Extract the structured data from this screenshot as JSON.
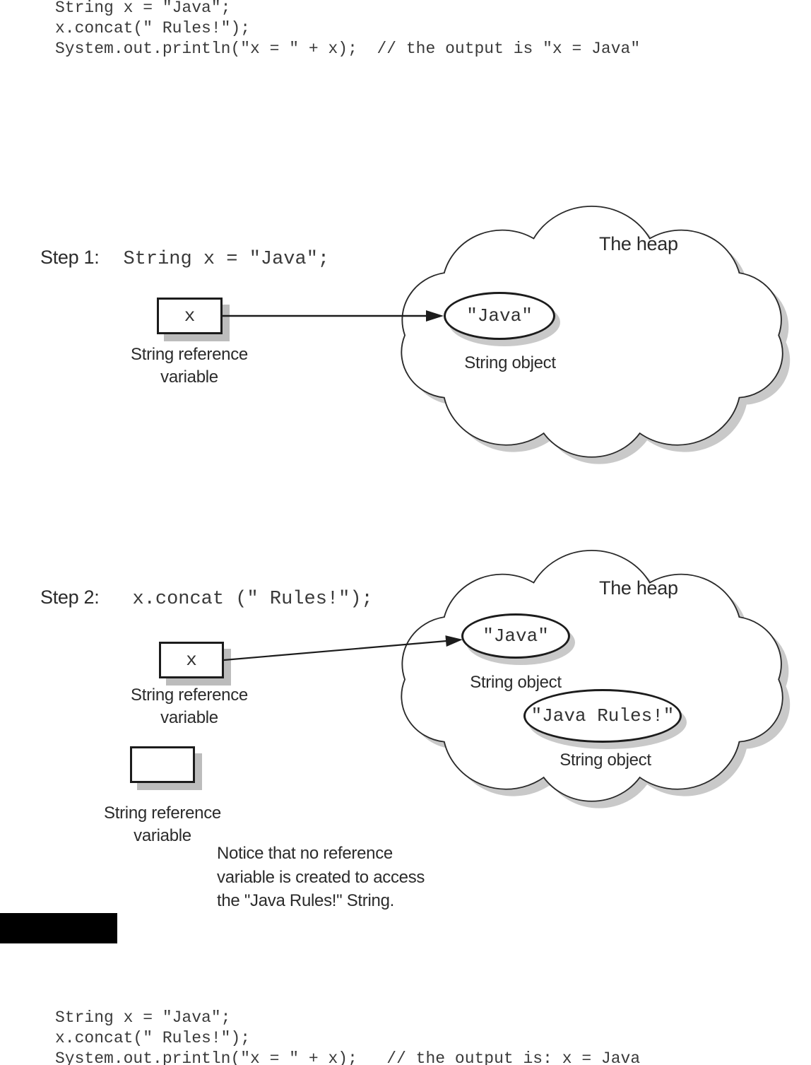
{
  "colors": {
    "ink": "#2b2b2b",
    "code_ink": "#3a3a3a",
    "outline": "#1c1c1c",
    "shadow_gray": "#c9c9c9",
    "box_shadow_gray": "#bcbcbc",
    "background": "#ffffff",
    "redaction_black": "#000000"
  },
  "top_code": {
    "lines": [
      "String x = \"Java\";",
      "x.concat(\" Rules!\");",
      "System.out.println(\"x = \" + x);  // the output is \"x = Java\""
    ]
  },
  "step1": {
    "label": "Step 1:",
    "code": "String x = \"Java\";",
    "var_box": {
      "value": "x",
      "caption_line1": "String reference",
      "caption_line2": "variable"
    },
    "heap": {
      "title": "The heap",
      "object1": {
        "value": "\"Java\"",
        "caption": "String object"
      }
    }
  },
  "step2": {
    "label": "Step 2:",
    "code": "x.concat (\" Rules!\");",
    "var_box": {
      "value": "x",
      "caption_line1": "String reference",
      "caption_line2": "variable"
    },
    "empty_box": {
      "caption_line1": "String reference",
      "caption_line2": "variable"
    },
    "heap": {
      "title": "The heap",
      "object1": {
        "value": "\"Java\"",
        "caption": "String object"
      },
      "object2": {
        "value": "\"Java Rules!\"",
        "caption": "String object"
      }
    },
    "note_lines": [
      "Notice that no reference",
      "variable is created to access",
      "the \"Java Rules!\" String."
    ]
  },
  "bottom_code": {
    "lines": [
      "String x = \"Java\";",
      "x.concat(\" Rules!\");",
      "System.out.println(\"x = \" + x);   // the output is: x = Java"
    ]
  }
}
